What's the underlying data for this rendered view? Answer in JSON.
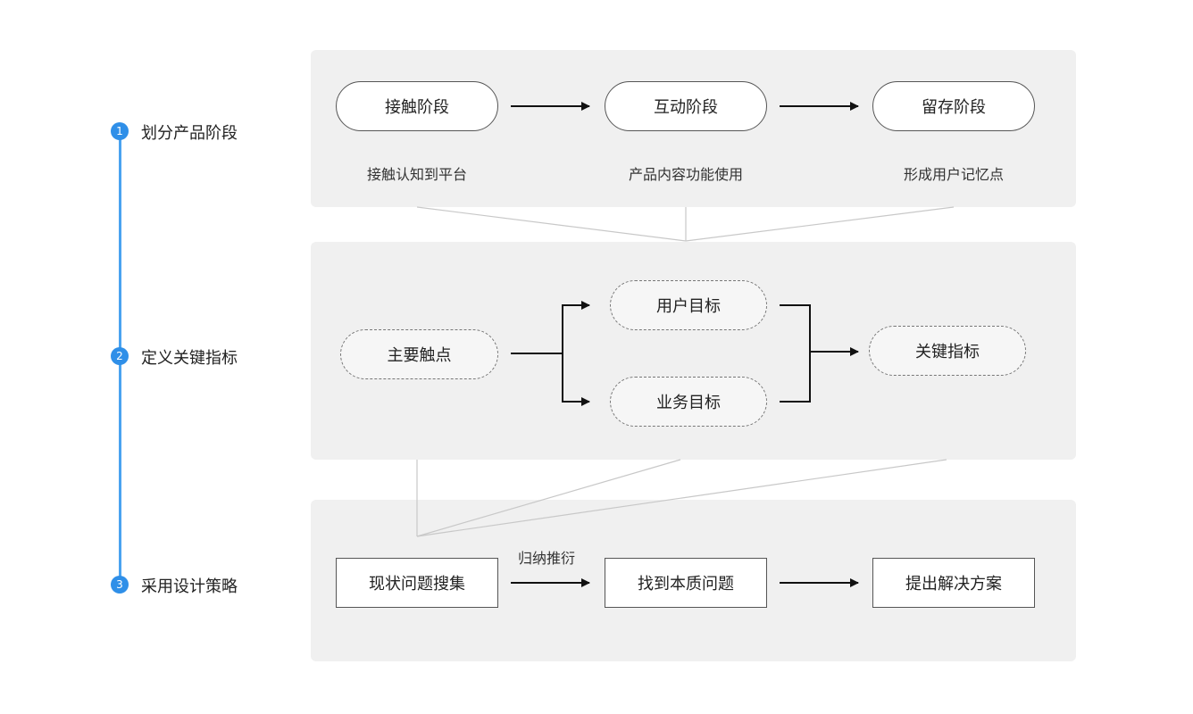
{
  "steps": [
    {
      "number": "1",
      "label": "划分产品阶段"
    },
    {
      "number": "2",
      "label": "定义关键指标"
    },
    {
      "number": "3",
      "label": "采用设计策略"
    }
  ],
  "stage_panel": {
    "nodes": [
      "接触阶段",
      "互动阶段",
      "留存阶段"
    ],
    "descriptions": [
      "接触认知到平台",
      "产品内容功能使用",
      "形成用户记忆点"
    ]
  },
  "metric_panel": {
    "source": "主要触点",
    "user_goal": "用户目标",
    "business_goal": "业务目标",
    "target": "关键指标"
  },
  "strategy_panel": {
    "nodes": [
      "现状问题搜集",
      "找到本质问题",
      "提出解决方案"
    ],
    "edge_label": "归纳推衍"
  },
  "colors": {
    "accent": "#2f8fe8",
    "timeline": "#4aa3f0",
    "panel_bg": "#f0f0f0",
    "connector": "#c8c8c8"
  }
}
